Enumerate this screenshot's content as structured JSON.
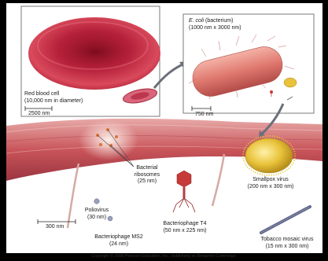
{
  "labels": {
    "red_blood_cell": {
      "line1": "Red blood cell",
      "line2": "(10,000 nm in diameter)"
    },
    "e_coli": {
      "line1": "E. coli",
      "line1_suffix": " (bacterium)",
      "line2": "(1000 nm x 3000 nm)"
    },
    "ribosomes": {
      "line1": "Bacterial",
      "line2": "ribosomes",
      "line3": "(25 nm)"
    },
    "smallpox": {
      "line1": "Smallpox virus",
      "line2": "(200 nm x 300 nm)"
    },
    "poliovirus": {
      "line1": "Poliovirus",
      "line2": "(30 nm)"
    },
    "t4": {
      "line1": "Bacteriophage T4",
      "line2": "(50 nm x 225 nm)"
    },
    "ms2": {
      "line1": "Bacteriophage MS2",
      "line2": "(24 nm)"
    },
    "tmv": {
      "line1": "Tobacco mosaic virus",
      "line2": "(15 nm x 300 nm)"
    }
  },
  "scale_bars": {
    "rbc": "2500 nm",
    "ecoli": "750 nm",
    "main": "300 nm"
  },
  "copyright": "Copyright © 2006 Pearson Education, Inc., publishing as Benjamin Cummings.",
  "colors": {
    "background": "#000000",
    "panel": "#ffffff",
    "rbc": "#c62a3e",
    "ecoli": "#e07a70",
    "membrane": "#c9555a",
    "smallpox": "#e8c23a",
    "phage": "#c73a3a"
  }
}
